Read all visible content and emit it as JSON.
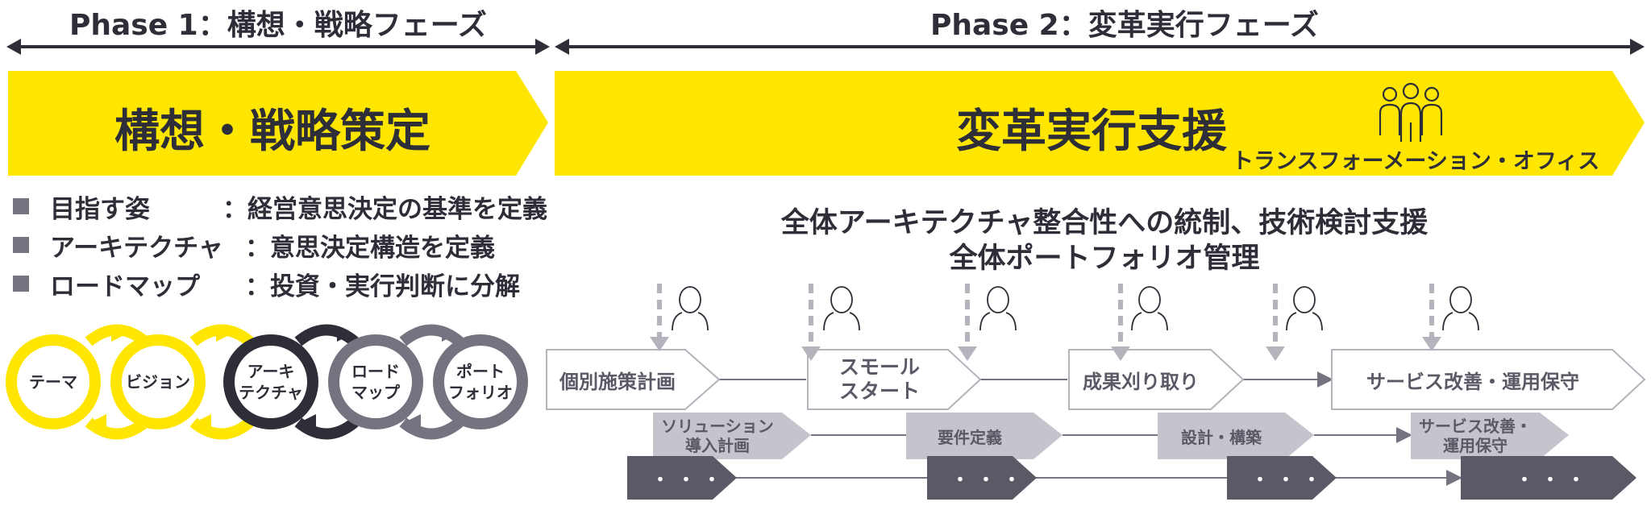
{
  "phase1": {
    "title": "Phase 1：構想・戦略フェーズ",
    "banner": "構想・戦略策定"
  },
  "phase2": {
    "title": "Phase 2：変革実行フェーズ",
    "banner": "変革実行支援",
    "office_label": "トランスフォーメーション・オフィス"
  },
  "bullets": [
    {
      "label": "目指す姿",
      "desc": "：経営意思決定の基準を定義"
    },
    {
      "label": "アーキテクチャ",
      "desc": "：意思決定構造を定義"
    },
    {
      "label": "ロードマップ",
      "desc": "：投資・実行判断に分解"
    }
  ],
  "cycle": [
    {
      "label": "テーマ"
    },
    {
      "label": "ビジョン"
    },
    {
      "label": "アーキ\nテクチャ"
    },
    {
      "label": "ロード\nマップ"
    },
    {
      "label": "ポート\nフォリオ"
    }
  ],
  "governance": {
    "line1": "全体アーキテクチャ整合性への統制、技術検討支援",
    "line2": "全体ポートフォリオ管理"
  },
  "flow_top": [
    "個別施策計画",
    "スモール\nスタート",
    "成果刈り取り",
    "サービス改善・運用保守"
  ],
  "flow_mid": [
    "ソリューション\n導入計画",
    "要件定義",
    "設計・構築",
    "サービス改善・\n運用保守"
  ],
  "flow_bottom_marker": "・・・",
  "colors": {
    "yellow": "#ffe600",
    "dark": "#2e2e38",
    "gray": "#747480",
    "light_gray": "#c4c4cd",
    "dark_gray": "#5a5a66"
  }
}
